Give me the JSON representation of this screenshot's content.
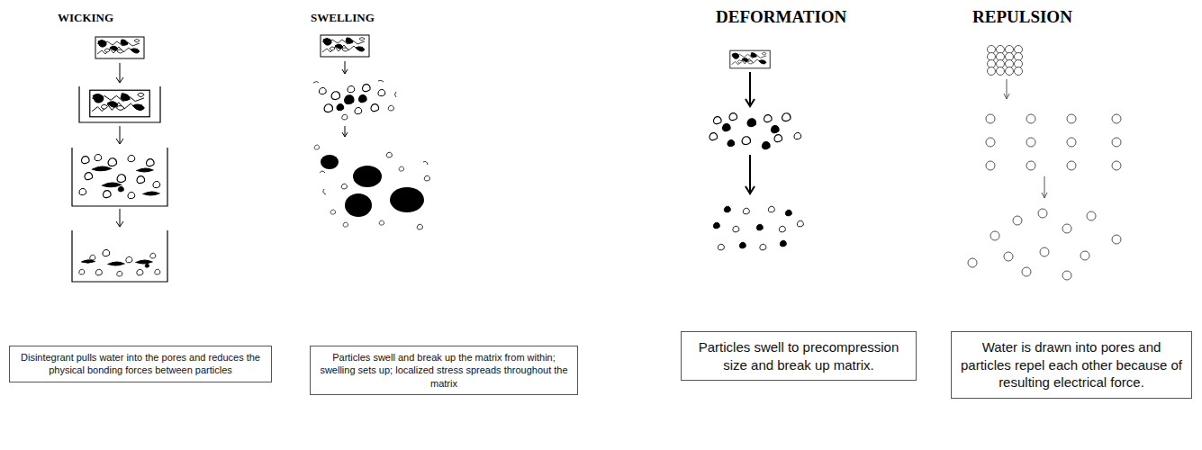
{
  "diagram": {
    "nodes": [
      {
        "text": [
          "Disintegrant pulls water into the pores and reduces the physical bonding forces between particles"
        ]
      },
      {
        "text": [
          "Particles swell and break up the matrix from within; swelling sets up; localized stress spreads throughout the matrix"
        ]
      },
      {
        "text": [
          "Particles swell to precompression size and break up matrix."
        ]
      },
      {
        "text": [
          "Water is drawn into pores and particles repel each other because of resulting electrical force."
        ]
      }
    ],
    "labels": [
      "WICKING",
      "SWELLING",
      "DEFORMATION",
      "REPULSION"
    ]
  }
}
